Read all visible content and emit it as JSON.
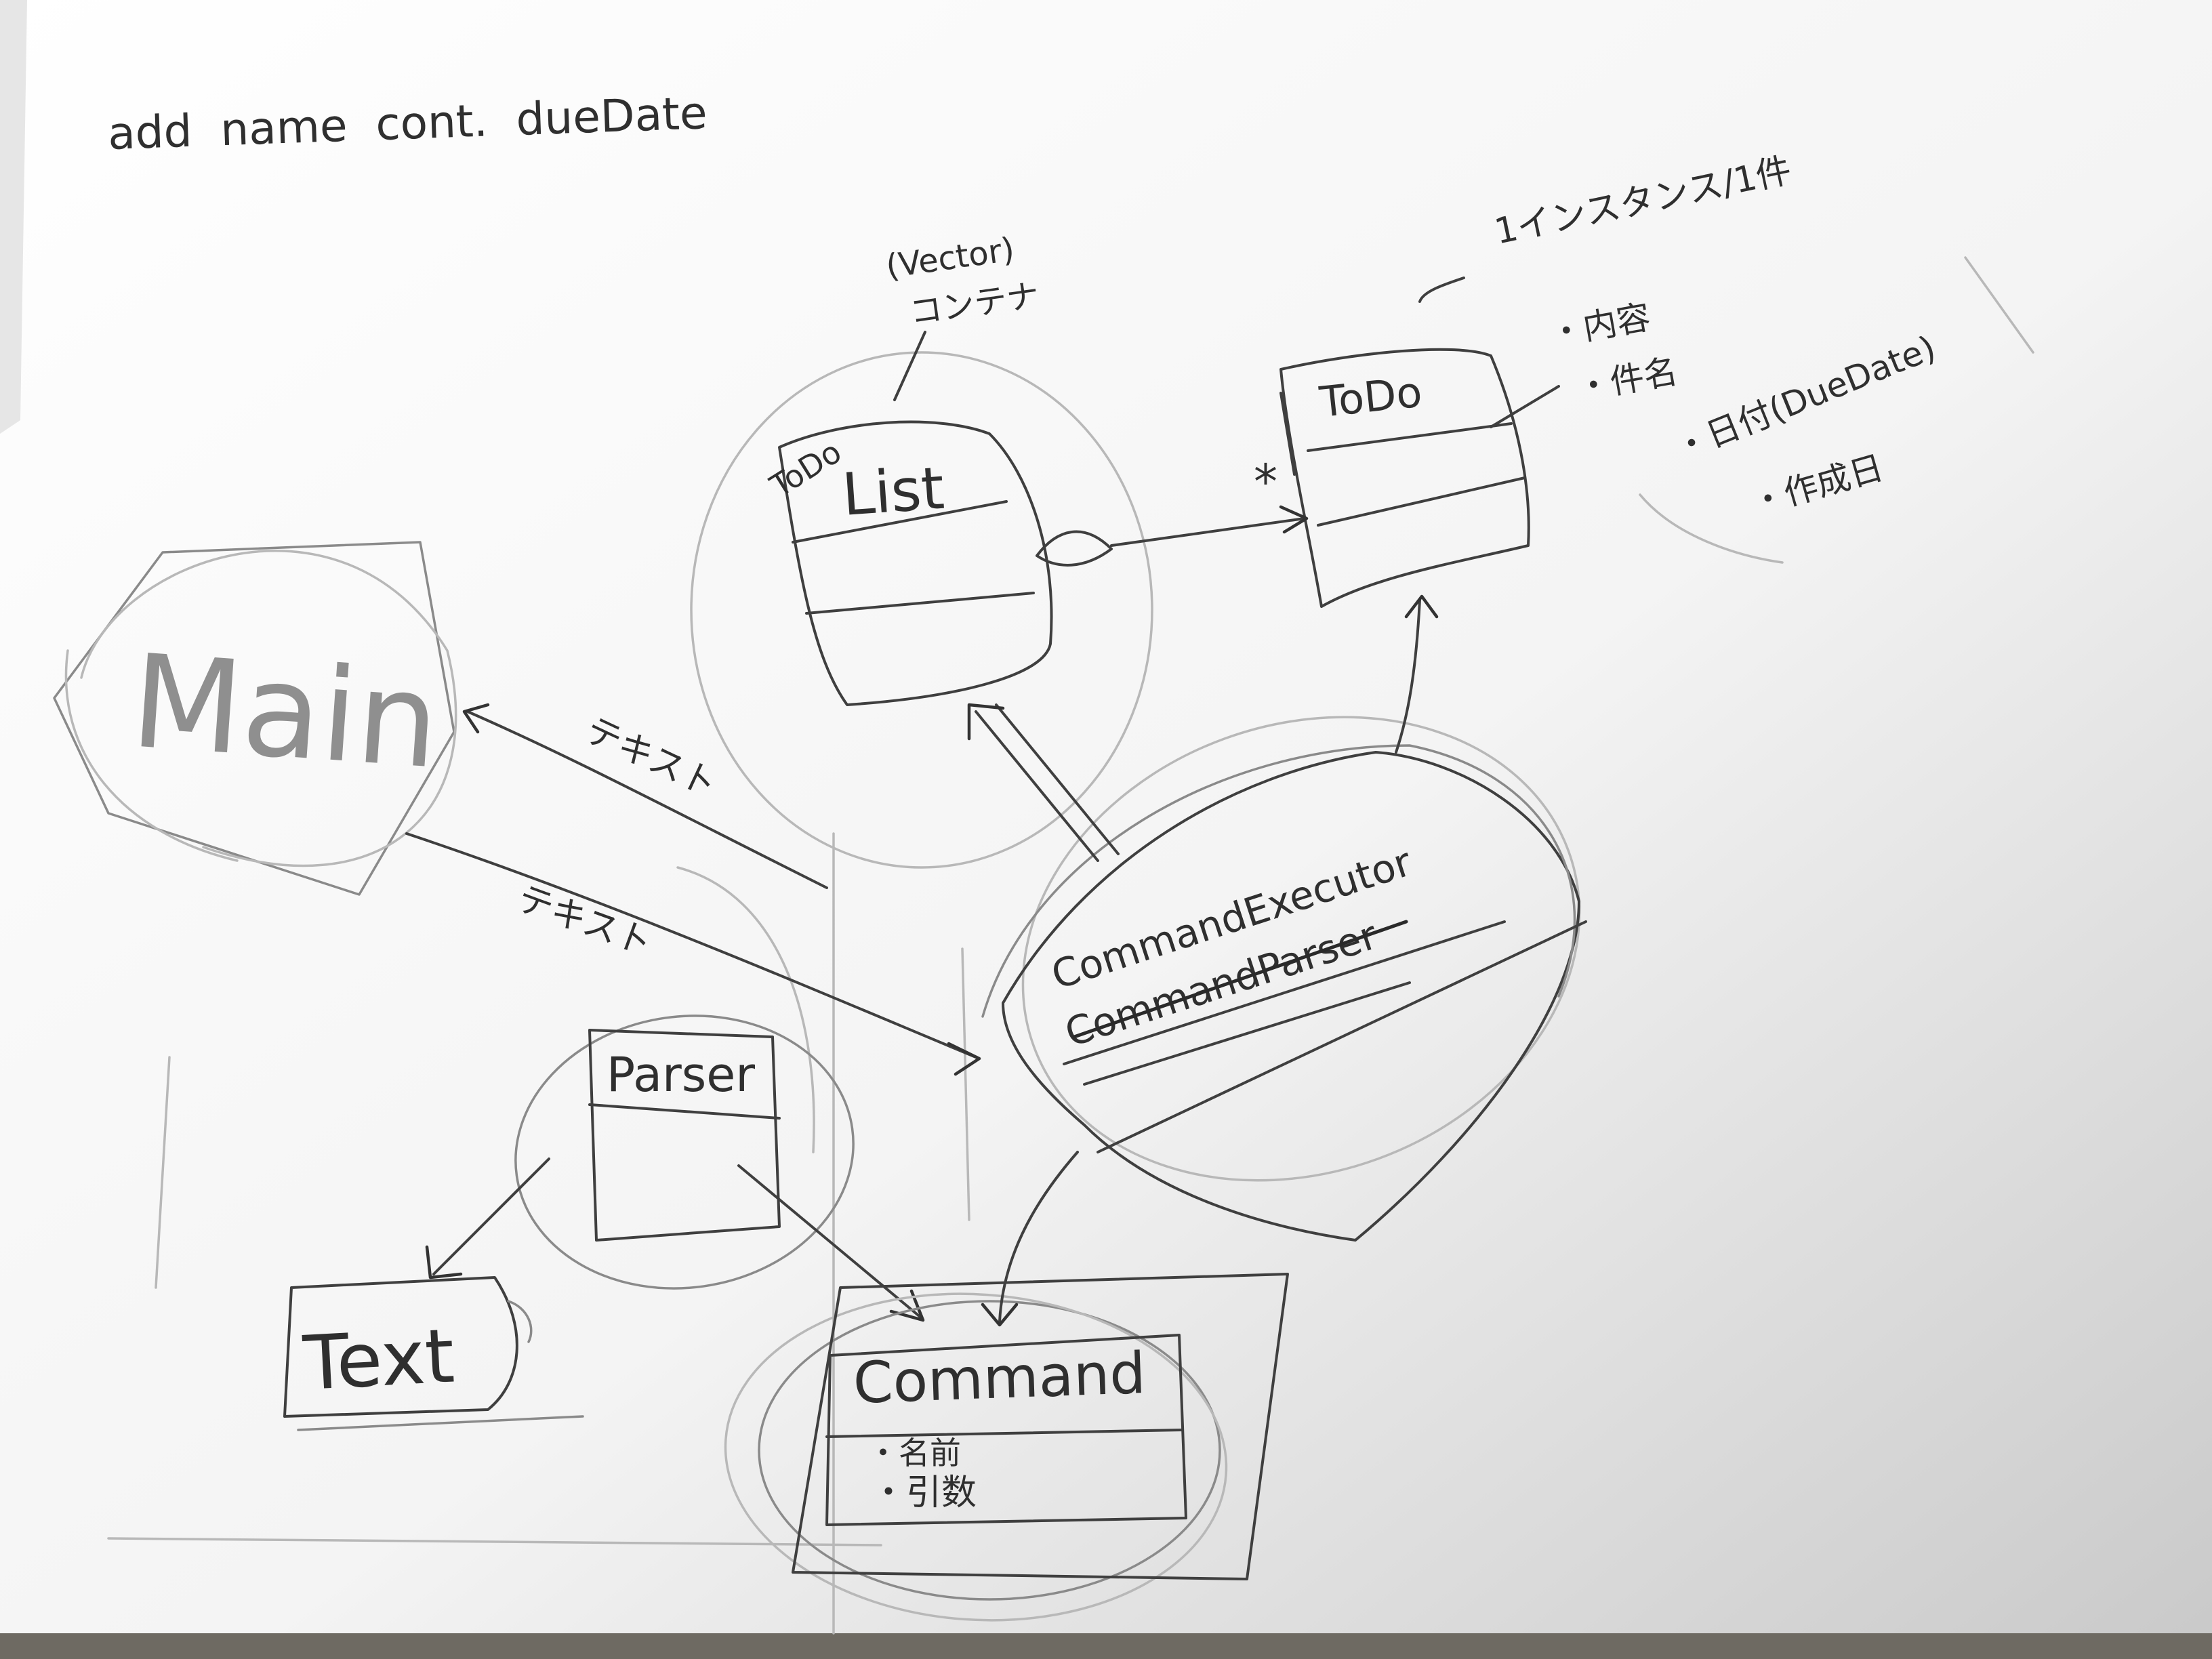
{
  "header": {
    "command_text": "add  name  cont.  dueDate"
  },
  "classes": {
    "main": {
      "name": "Main"
    },
    "list": {
      "name": "List",
      "stereotype": "ToDo"
    },
    "todo": {
      "name": "ToDo"
    },
    "executor": {
      "name": "CommandExecutor",
      "struck_name": "CommandParser"
    },
    "parser": {
      "name": "Parser"
    },
    "text": {
      "name": "Text"
    },
    "command": {
      "name": "Command",
      "fields": [
        "・名前",
        "・引数"
      ]
    }
  },
  "notes": {
    "vector_note": {
      "line1": "(Vector)",
      "line2": "コンテナ"
    },
    "instance_note": "1インスタンス/1件",
    "todo_fields": [
      "・内容",
      "・件名",
      "・日付(DueDate)",
      "・作成日"
    ],
    "multiplicity": "*",
    "text_edge_upper": "テキスト",
    "text_edge_lower": "テキスト"
  },
  "colors": {
    "paper": "#ffffff",
    "pencil": "#3f3f3f",
    "faint": "#b8b8b8"
  }
}
